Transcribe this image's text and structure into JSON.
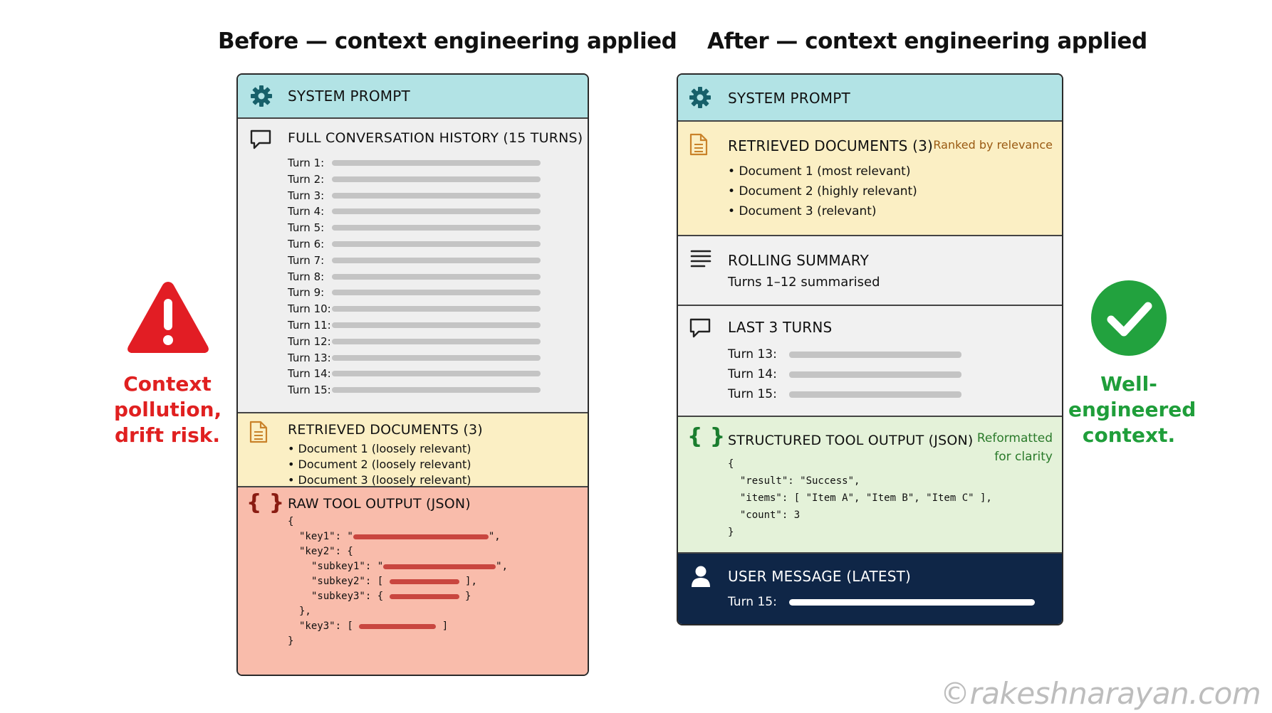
{
  "titles": {
    "before": "Before — context engineering applied",
    "after": "After — context engineering applied"
  },
  "before": {
    "system_prompt": "SYSTEM PROMPT",
    "history": {
      "title": "FULL CONVERSATION HISTORY (15 TURNS)",
      "turns": [
        "Turn 1:",
        "Turn 2:",
        "Turn 3:",
        "Turn 4:",
        "Turn 5:",
        "Turn 6:",
        "Turn 7:",
        "Turn 8:",
        "Turn 9:",
        "Turn 10:",
        "Turn 11:",
        "Turn 12:",
        "Turn 13:",
        "Turn 14:",
        "Turn 15:"
      ]
    },
    "docs": {
      "title": "RETRIEVED DOCUMENTS (3)",
      "items": [
        "• Document 1 (loosely relevant)",
        "• Document 2 (loosely relevant)",
        "• Document 3 (loosely relevant)"
      ]
    },
    "tool": {
      "title": "RAW TOOL OUTPUT (JSON)",
      "brace_open": "{",
      "key1": "\"key1\": \"",
      "key1_end": "\",",
      "key2": "\"key2\": {",
      "subkey1": "\"subkey1\": \"",
      "subkey1_end": "\",",
      "subkey2": "\"subkey2\": [",
      "subkey2_end": "],",
      "subkey3": "\"subkey3\": {",
      "subkey3_end": "}",
      "inner_close": "},",
      "key3": "\"key3\": [",
      "key3_end": "]",
      "brace_close": "}"
    },
    "warning": "Context pollution, drift risk."
  },
  "after": {
    "system_prompt": "SYSTEM PROMPT",
    "docs": {
      "title": "RETRIEVED DOCUMENTS (3)",
      "note": "Ranked by relevance",
      "items": [
        "• Document 1 (most relevant)",
        "• Document 2 (highly relevant)",
        "• Document 3 (relevant)"
      ]
    },
    "summary": {
      "title": "ROLLING SUMMARY",
      "text": "Turns 1–12 summarised"
    },
    "last_turns": {
      "title": "LAST 3 TURNS",
      "turns": [
        "Turn 13:",
        "Turn 14:",
        "Turn 15:"
      ]
    },
    "tool": {
      "title": "STRUCTURED TOOL OUTPUT (JSON)",
      "note_line1": "Reformatted",
      "note_line2": "for clarity",
      "lines": [
        "{",
        "  \"result\": \"Success\",",
        "  \"items\": [ \"Item A\", \"Item B\", \"Item C\" ],",
        "  \"count\": 3",
        "}"
      ]
    },
    "user": {
      "title": "USER MESSAGE (LATEST)",
      "turn": "Turn 15:"
    },
    "success": "Well-engineered context."
  },
  "watermark": "©rakeshnarayan.com",
  "colors": {
    "system": "#b2e3e5",
    "history": "#efefef",
    "docs": "#fbefc4",
    "raw_tool": "#f9bcab",
    "struct_tool": "#e4f2d9",
    "user": "#0f2647",
    "warning": "#e02020",
    "success": "#1f9e3a"
  }
}
